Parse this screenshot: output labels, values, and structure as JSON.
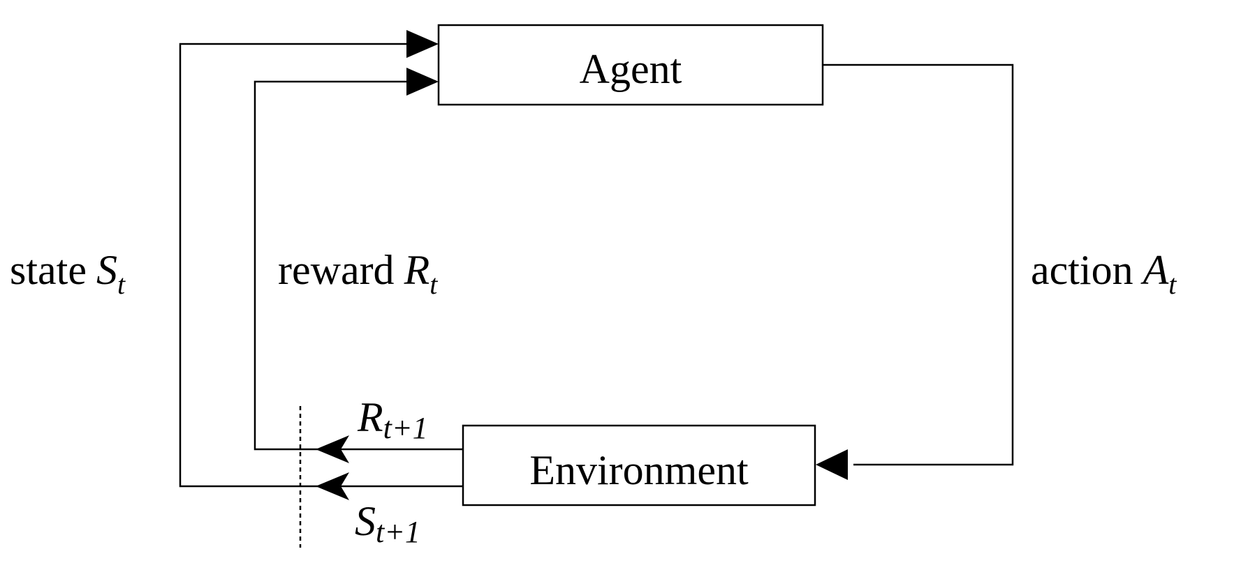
{
  "nodes": {
    "agent": "Agent",
    "environment": "Environment"
  },
  "labels": {
    "state_word": "state",
    "state_symbol": "S",
    "state_sub": "t",
    "reward_word": "reward",
    "reward_symbol": "R",
    "reward_sub": "t",
    "action_word": "action",
    "action_symbol": "A",
    "action_sub": "t",
    "next_reward_symbol": "R",
    "next_reward_sub": "t+1",
    "next_state_symbol": "S",
    "next_state_sub": "t+1"
  }
}
